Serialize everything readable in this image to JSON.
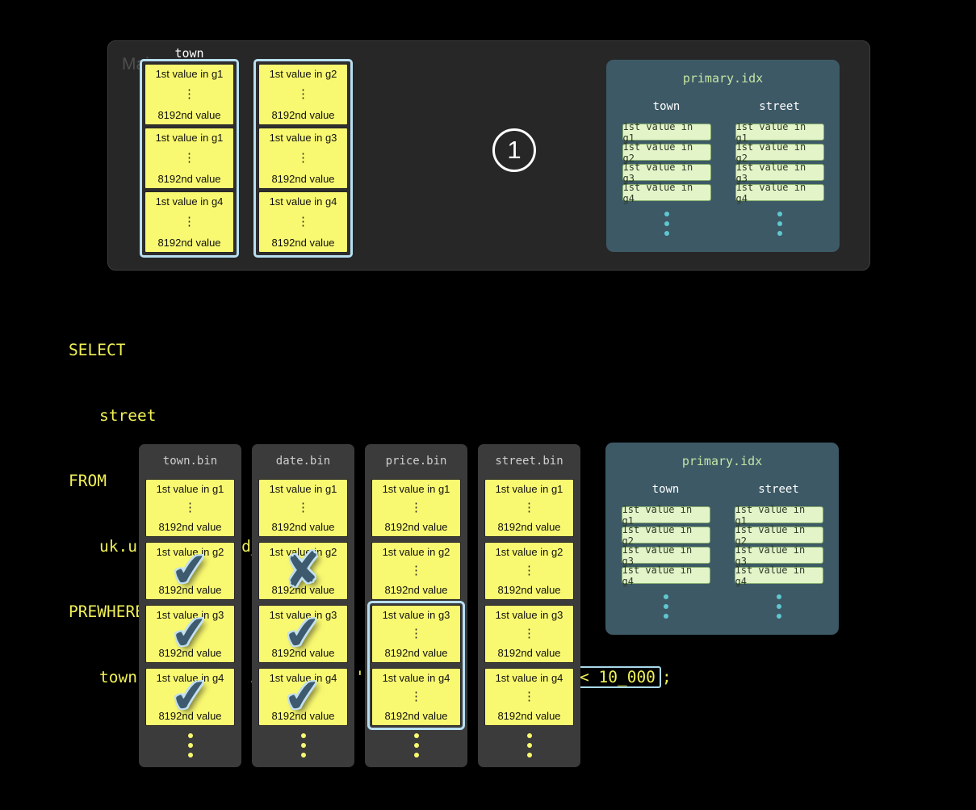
{
  "icons": {
    "check": "✔",
    "cross": "✘",
    "vdots": "⋮"
  },
  "colors": {
    "background": "#000000",
    "main_memory_panel": "#272727",
    "bin_panel": "#3b3b3b",
    "granule_yellow": "#f9f971",
    "selection_blue": "#b8dff0",
    "primary_idx_bg": "#3d5966",
    "index_pill_green": "#e3f4c9",
    "sql_yellow": "#f0f056",
    "teal_dot": "#5fc8cf",
    "mark_slate": "#3d5a6e"
  },
  "main_memory": {
    "label": "Main memory",
    "column_label": "town",
    "columns": [
      {
        "granules": [
          {
            "first": "1st value in g1",
            "last": "8192nd value"
          },
          {
            "first": "1st value in g1",
            "last": "8192nd value"
          },
          {
            "first": "1st value in g4",
            "last": "8192nd value"
          }
        ]
      },
      {
        "granules": [
          {
            "first": "1st value in g2",
            "last": "8192nd value"
          },
          {
            "first": "1st value in g3",
            "last": "8192nd value"
          },
          {
            "first": "1st value in g4",
            "last": "8192nd value"
          }
        ]
      }
    ]
  },
  "step_badge": {
    "number": "1"
  },
  "sql": {
    "keyword_select": "SELECT",
    "select_column": "street",
    "keyword_from": "FROM",
    "table": "uk.uk_price_paid_simple",
    "keyword_prewhere": "PREWHERE",
    "condition_prefix": "town = 'LONDON' AND date > '2024-12-31' AND ",
    "condition_highlight": "price < 10_000",
    "condition_suffix": ";"
  },
  "bins": [
    {
      "name": "town.bin",
      "granules": [
        {
          "first": "1st value in g1",
          "last": "8192nd value",
          "mark": null
        },
        {
          "first": "1st value in g2",
          "last": "8192nd value",
          "mark": "check"
        },
        {
          "first": "1st value in g3",
          "last": "8192nd value",
          "mark": "check"
        },
        {
          "first": "1st value in g4",
          "last": "8192nd value",
          "mark": "check"
        }
      ]
    },
    {
      "name": "date.bin",
      "granules": [
        {
          "first": "1st value in g1",
          "last": "8192nd value",
          "mark": null
        },
        {
          "first": "1st value in g2",
          "last": "8192nd value",
          "mark": "cross"
        },
        {
          "first": "1st value in g3",
          "last": "8192nd value",
          "mark": "check"
        },
        {
          "first": "1st value in g4",
          "last": "8192nd value",
          "mark": "check"
        }
      ]
    },
    {
      "name": "price.bin",
      "highlight": {
        "from": "g3",
        "to": "g4"
      },
      "granules": [
        {
          "first": "1st value in g1",
          "last": "8192nd value",
          "mark": null
        },
        {
          "first": "1st value in g2",
          "last": "8192nd value",
          "mark": null
        },
        {
          "first": "1st value in g3",
          "last": "8192nd value",
          "mark": null
        },
        {
          "first": "1st value in g4",
          "last": "8192nd value",
          "mark": null
        }
      ]
    },
    {
      "name": "street.bin",
      "granules": [
        {
          "first": "1st value in g1",
          "last": "8192nd value",
          "mark": null
        },
        {
          "first": "1st value in g2",
          "last": "8192nd value",
          "mark": null
        },
        {
          "first": "1st value in g3",
          "last": "8192nd value",
          "mark": null
        },
        {
          "first": "1st value in g4",
          "last": "8192nd value",
          "mark": null
        }
      ]
    }
  ],
  "primary_index": {
    "title": "primary.idx",
    "columns": [
      {
        "header": "town",
        "rows": [
          "1st value in g1",
          "1st value in g2",
          "1st value in g3",
          "1st value in g4"
        ]
      },
      {
        "header": "street",
        "rows": [
          "1st value in g1",
          "1st value in g2",
          "1st value in g3",
          "1st value in g4"
        ]
      }
    ]
  }
}
